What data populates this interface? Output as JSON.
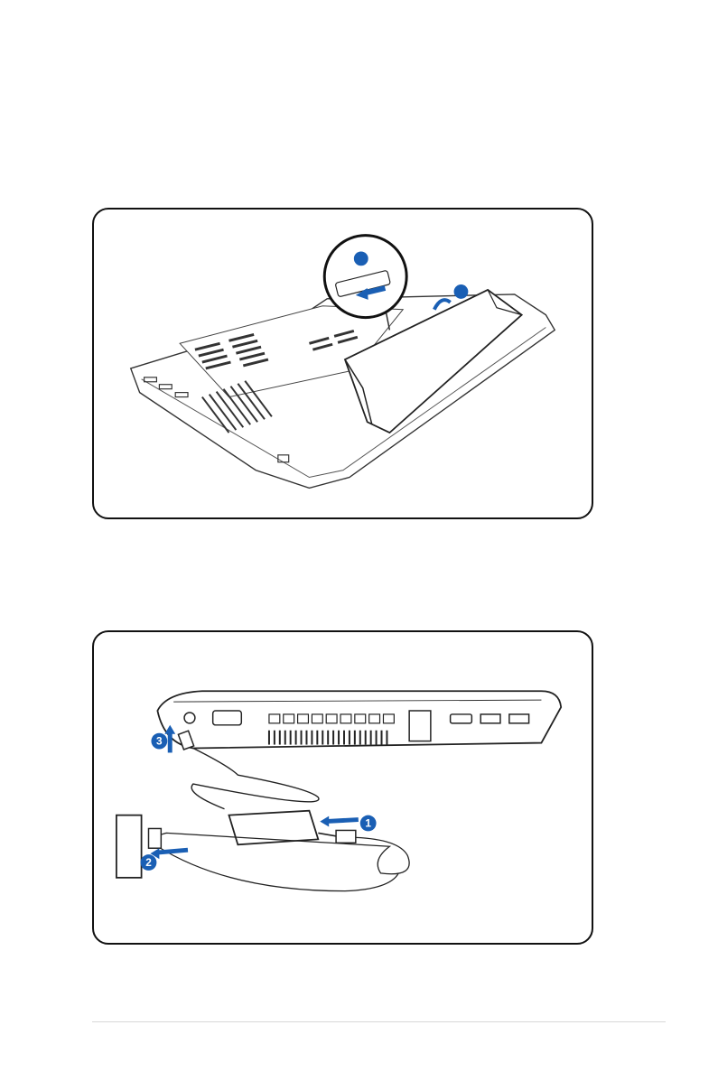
{
  "figures": {
    "battery_removal": {
      "steps": [
        "",
        ""
      ],
      "accent_color": "#1a5fb4"
    },
    "power_connection": {
      "steps": [
        "1",
        "2",
        "3"
      ],
      "accent_color": "#1a5fb4"
    }
  }
}
